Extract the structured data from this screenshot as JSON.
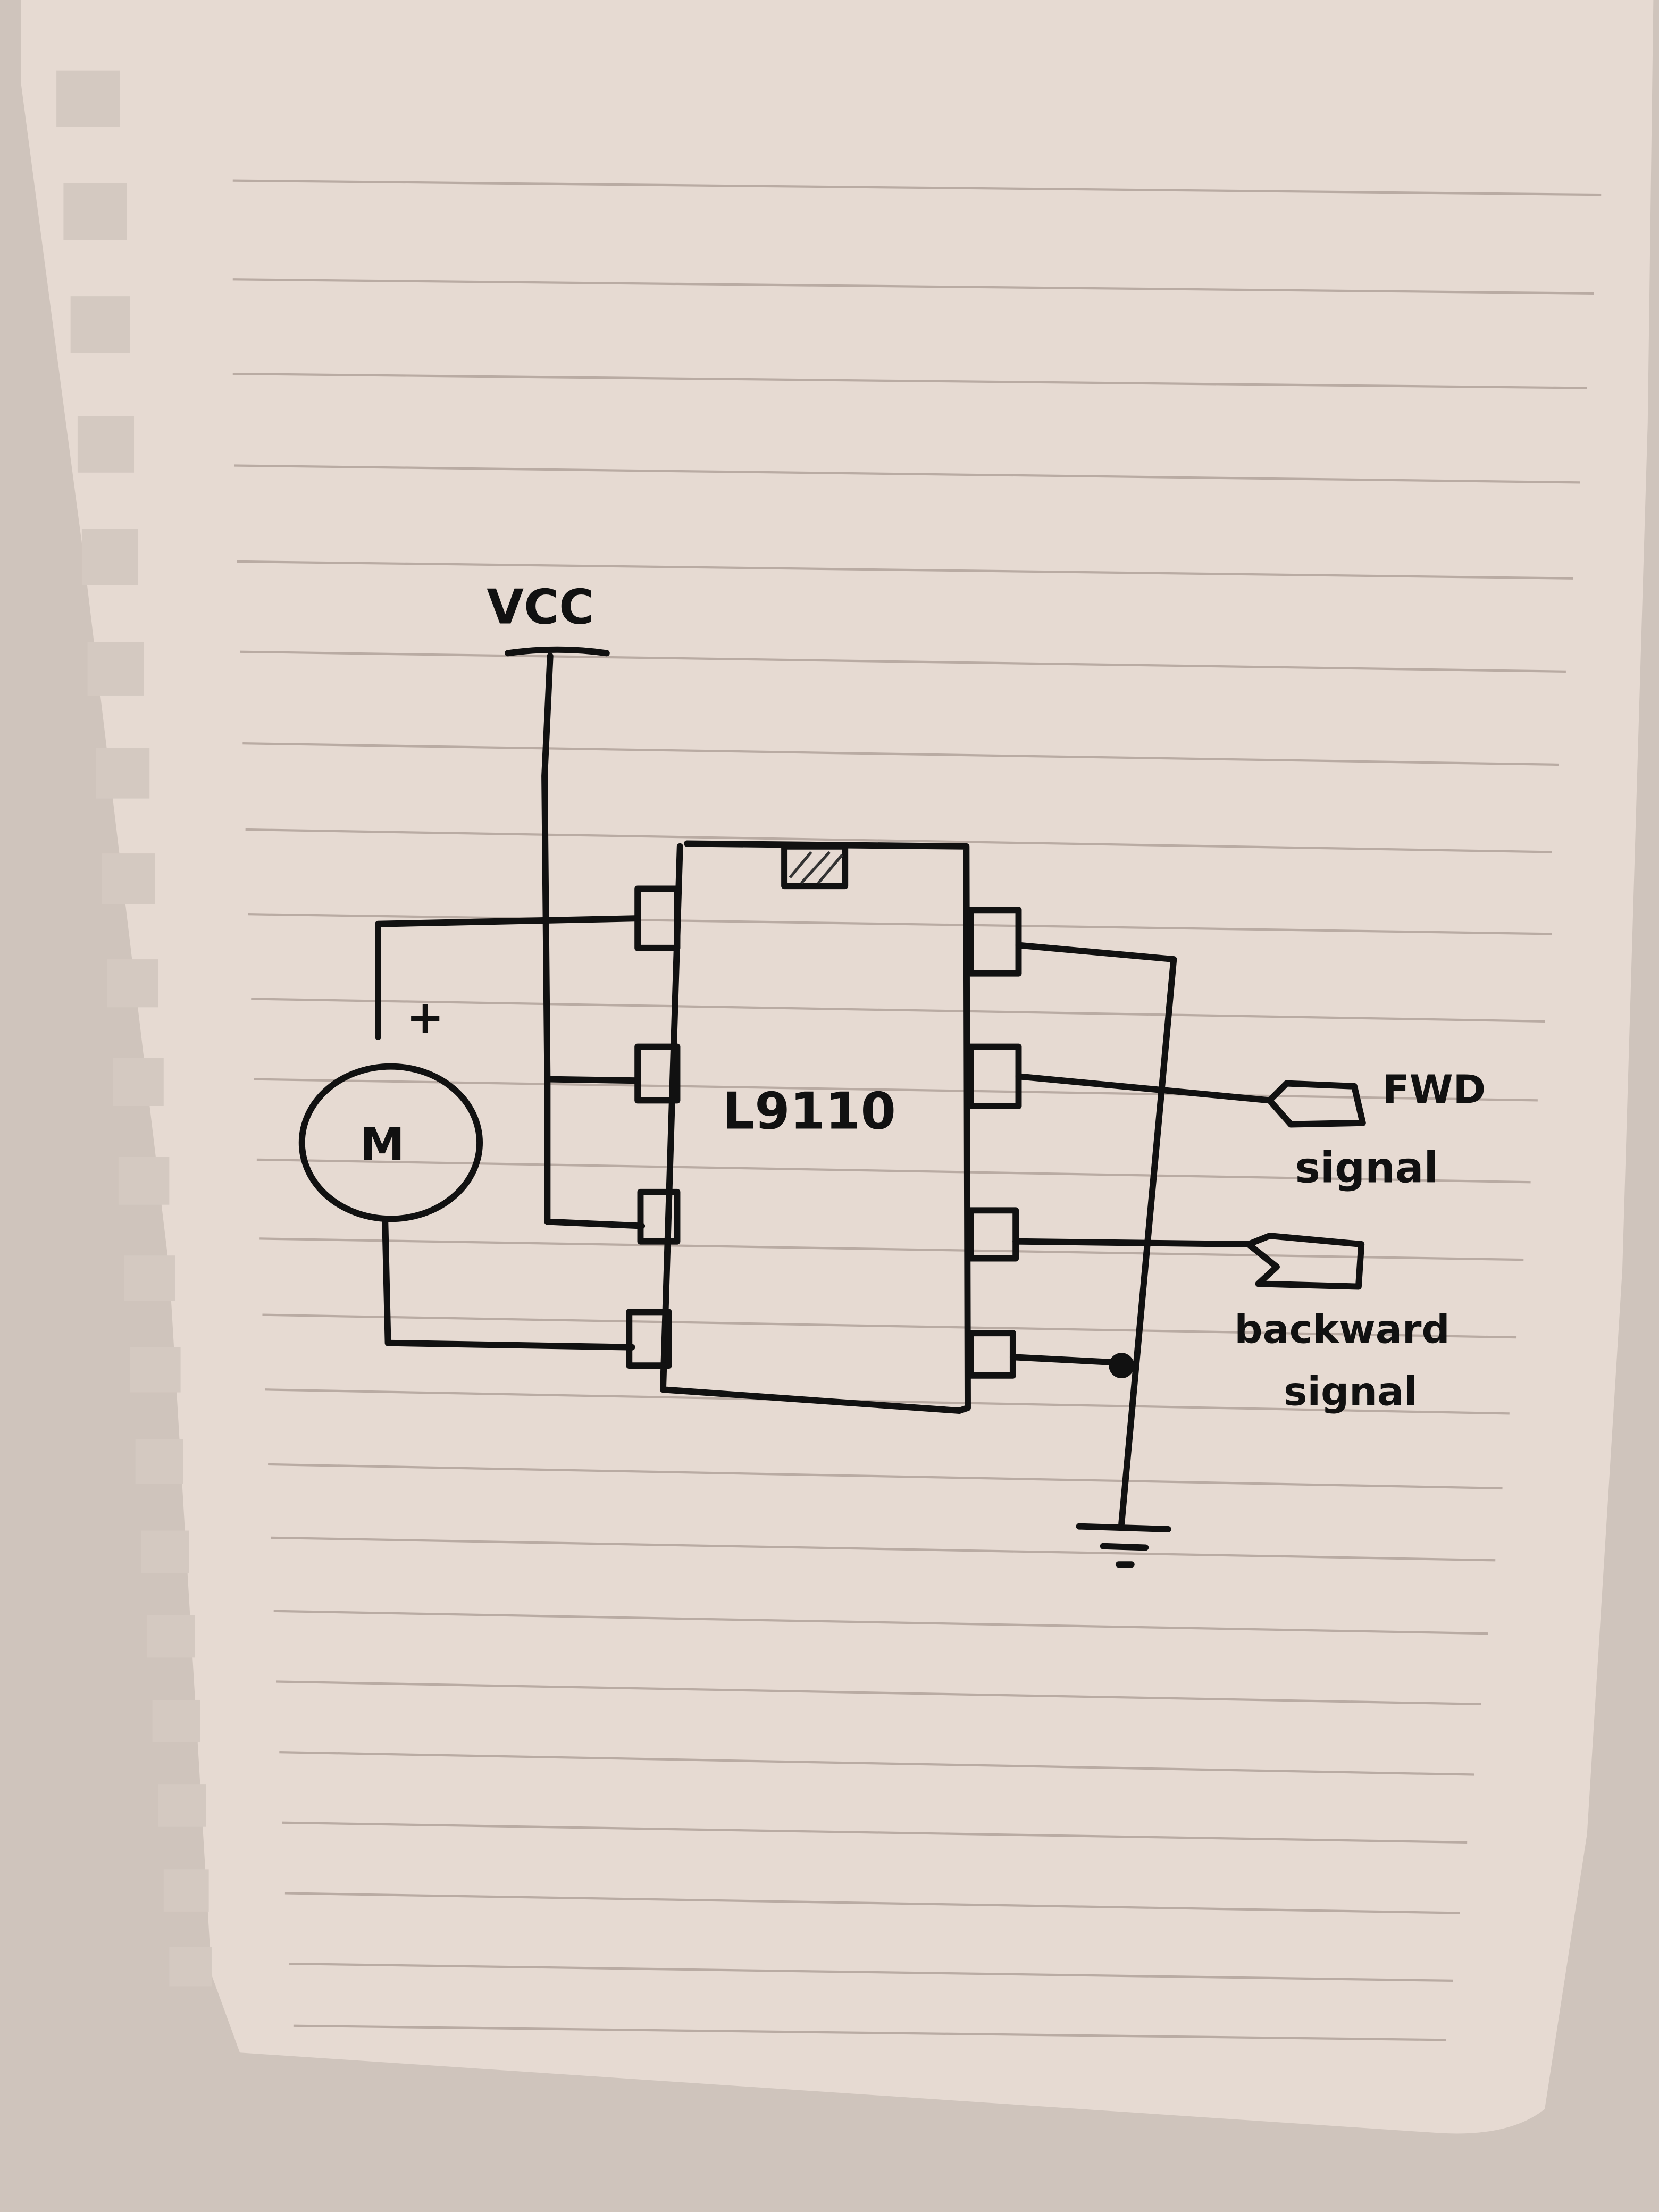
{
  "diagram": {
    "type": "hand-drawn circuit schematic",
    "supply_label": "VCC",
    "chip_label": "L9110",
    "motor_label": "M",
    "motor_polarity": "+",
    "inputs": [
      {
        "label": "FWD",
        "sublabel": "signal"
      },
      {
        "label": "backward",
        "sublabel": "signal"
      }
    ]
  },
  "colors": {
    "wall": "#cfc4bc",
    "paper": "#e6dad2",
    "ink": "#111111",
    "rule_line": "#b9aba3"
  }
}
